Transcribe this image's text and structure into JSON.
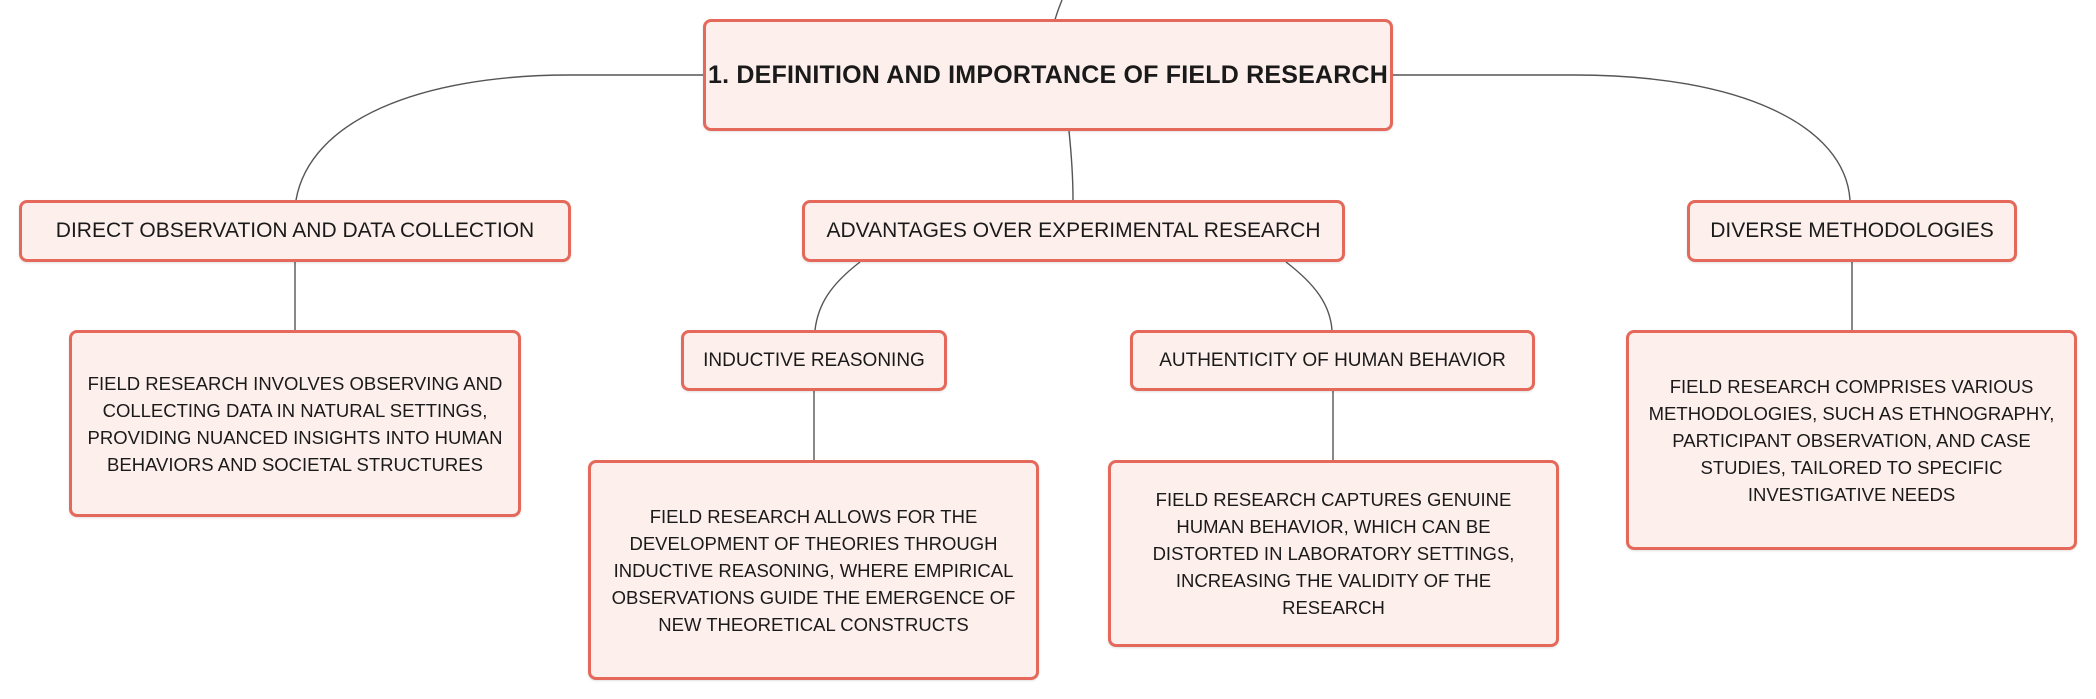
{
  "diagram": {
    "root": {
      "label": "1. DEFINITION AND IMPORTANCE OF FIELD RESEARCH"
    },
    "branches": {
      "direct_observation": {
        "label": "DIRECT OBSERVATION AND DATA COLLECTION",
        "detail": "FIELD RESEARCH INVOLVES OBSERVING AND COLLECTING DATA IN NATURAL SETTINGS, PROVIDING NUANCED INSIGHTS INTO HUMAN BEHAVIORS AND SOCIETAL STRUCTURES"
      },
      "advantages": {
        "label": "ADVANTAGES OVER EXPERIMENTAL RESEARCH",
        "inductive": {
          "label": "INDUCTIVE REASONING",
          "detail": "FIELD RESEARCH ALLOWS FOR THE DEVELOPMENT OF THEORIES THROUGH INDUCTIVE REASONING, WHERE EMPIRICAL OBSERVATIONS GUIDE THE EMERGENCE OF NEW THEORETICAL CONSTRUCTS"
        },
        "authenticity": {
          "label": "AUTHENTICITY OF HUMAN BEHAVIOR",
          "detail": "FIELD RESEARCH CAPTURES GENUINE HUMAN BEHAVIOR, WHICH CAN BE DISTORTED IN LABORATORY SETTINGS, INCREASING THE VALIDITY OF THE RESEARCH"
        }
      },
      "methodologies": {
        "label": "DIVERSE METHODOLOGIES",
        "detail": "FIELD RESEARCH COMPRISES VARIOUS METHODOLOGIES, SUCH AS ETHNOGRAPHY, PARTICIPANT OBSERVATION, AND CASE STUDIES, TAILORED TO SPECIFIC INVESTIGATIVE NEEDS"
      }
    },
    "colors": {
      "node_fill": "#fdefeb",
      "node_border": "#e5695a",
      "text": "#1a1a1a",
      "connector": "#555555"
    }
  }
}
